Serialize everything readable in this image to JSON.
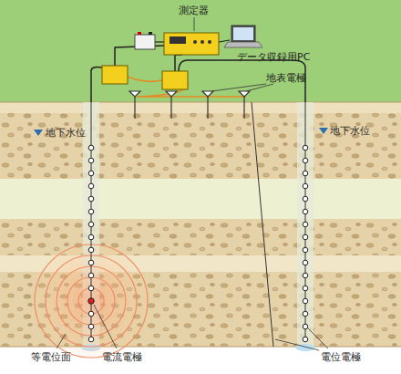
{
  "diagram": {
    "labels": [
      "測定器",
      "データ収録用PC",
      "地表電極",
      "地下水位",
      "地下水位",
      "等電位面",
      "電流電極",
      "電位電極"
    ]
  }
}
